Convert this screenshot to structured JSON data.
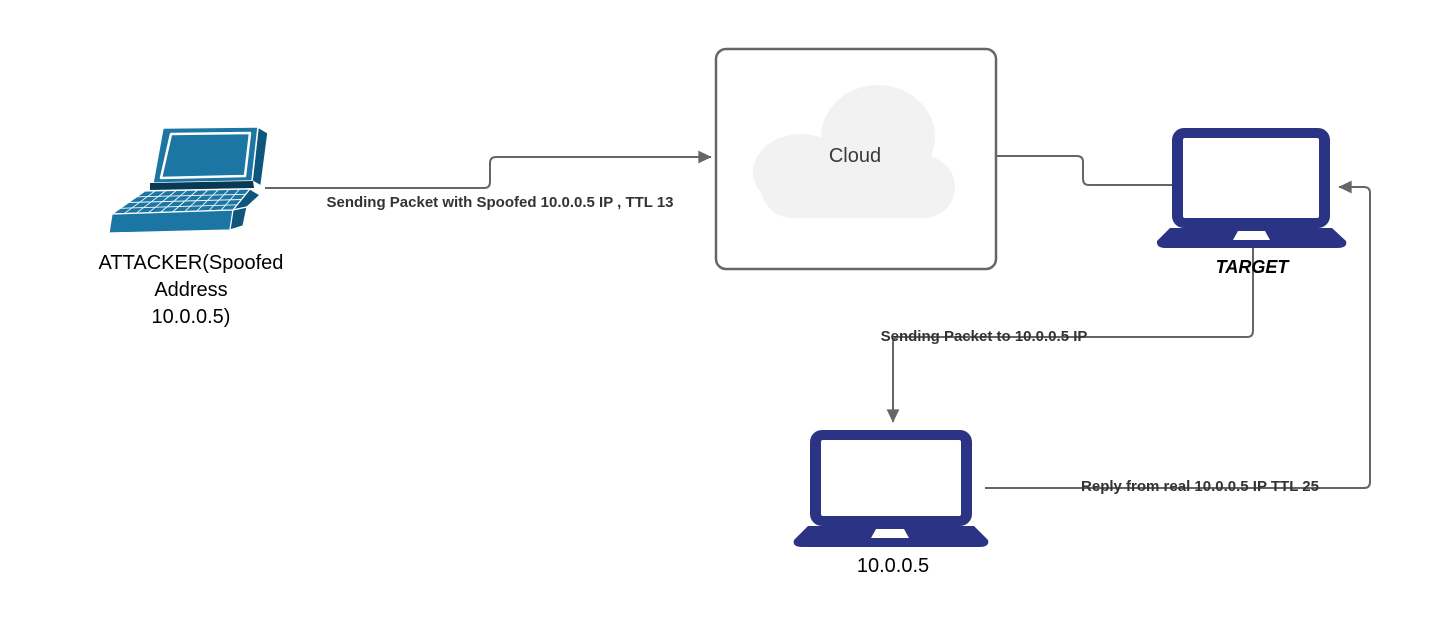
{
  "diagram": {
    "nodes": {
      "attacker": {
        "label": "ATTACKER(Spoofed\nAddress\n10.0.0.5)"
      },
      "cloud": {
        "label": "Cloud"
      },
      "target": {
        "label": "TARGET"
      },
      "real_host": {
        "label": "10.0.0.5"
      }
    },
    "edges": {
      "spoofed_packet": {
        "label": "Sending Packet with Spoofed 10.0.0.5 IP , TTL 13"
      },
      "packet_to_real": {
        "label": "Sending Packet to 10.0.0.5 IP"
      },
      "reply": {
        "label": "Reply from real 10.0.0.5 IP TTL 25"
      }
    },
    "colors": {
      "connector": "#666666",
      "cloud_box_border": "#666666",
      "cloud_fill": "#f2f2f2",
      "attacker_laptop": "#1b76a4",
      "attacker_laptop_dark": "#0f567c",
      "navy_laptop": "#2b3384",
      "edge_label_text": "#333333",
      "node_label_text": "#000000"
    }
  }
}
